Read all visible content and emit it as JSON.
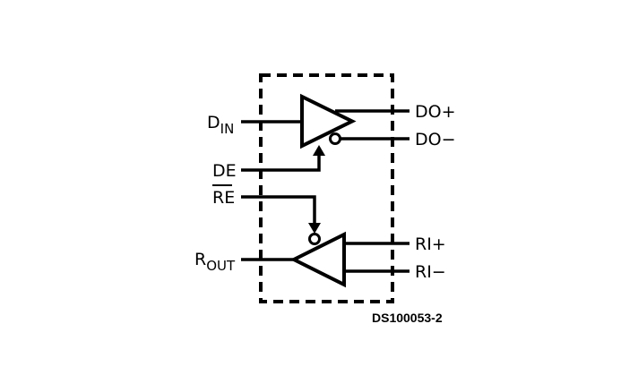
{
  "pins": {
    "din": {
      "main": "D",
      "sub": "IN"
    },
    "de": "DE",
    "re": "RE",
    "rout": {
      "main": "R",
      "sub": "OUT"
    },
    "do_plus": "DO+",
    "do_minus": "DO−",
    "ri_plus": "RI+",
    "ri_minus": "RI−"
  },
  "figure_id": "DS100053-2",
  "colors": {
    "ink": "#000000",
    "background": "#ffffff"
  }
}
